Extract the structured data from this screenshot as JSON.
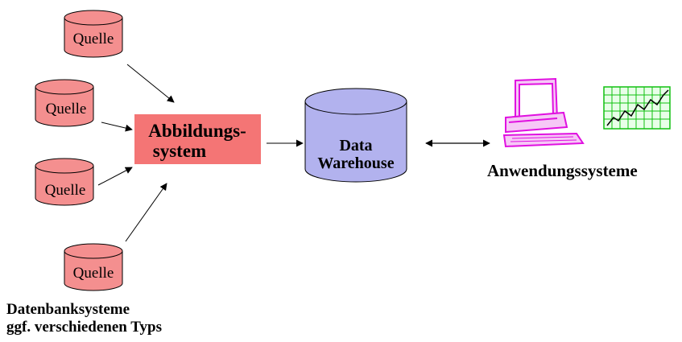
{
  "sources": [
    {
      "label": "Quelle"
    },
    {
      "label": "Quelle"
    },
    {
      "label": "Quelle"
    },
    {
      "label": "Quelle"
    }
  ],
  "mapping_system": {
    "line1": "Abbildungs-",
    "line2": "system"
  },
  "warehouse": {
    "line1": "Data",
    "line2": "Warehouse"
  },
  "captions": {
    "sources_line1": "Datenbanksysteme",
    "sources_line2": "ggf. verschiedenen Typs",
    "applications": "Anwendungssysteme"
  },
  "colors": {
    "source_fill": "#f48f8f",
    "mapping_fill": "#f47575",
    "warehouse_fill": "#b2b2ee",
    "computer": "#e010e0",
    "chart_grid": "#10c010",
    "chart_bg": "#e8ffe8"
  },
  "icons": [
    "computer-icon",
    "line-chart-icon"
  ]
}
